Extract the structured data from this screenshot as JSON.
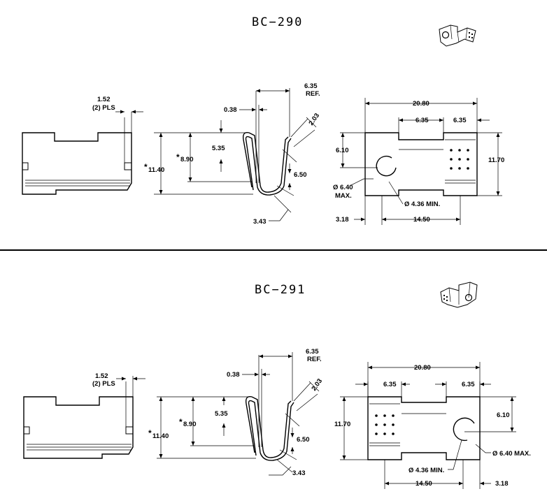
{
  "sections": [
    {
      "title": "BC−290",
      "end_view": {
        "tab_width": "1.52",
        "tab_qty": "(2) PLS"
      },
      "side_view": {
        "wire": "0.38",
        "ref_dim": "6.35",
        "ref_note": "REF.",
        "angle": "2.03",
        "inner_height": "5.35",
        "mid_height": "8.90",
        "total_height": "11.40",
        "lower_height": "6.50",
        "bottom": "3.43"
      },
      "front_view": {
        "overall_width": "20.80",
        "seg_a": "6.35",
        "seg_b": "6.35",
        "hole_height": "6.10",
        "total_height": "11.70",
        "outer_dia": "Ø 6.40",
        "outer_dia_note": "MAX.",
        "inner_dia": "Ø 4.36 MIN.",
        "left_offset": "3.18",
        "span": "14.50"
      }
    },
    {
      "title": "BC−291",
      "end_view": {
        "tab_width": "1.52",
        "tab_qty": "(2) PLS"
      },
      "side_view": {
        "wire": "0.38",
        "ref_dim": "6.35",
        "ref_note": "REF.",
        "angle": "2.03",
        "inner_height": "5.35",
        "mid_height": "8.90",
        "total_height": "11.40",
        "lower_height": "6.50",
        "bottom": "3.43"
      },
      "front_view": {
        "overall_width": "20.80",
        "seg_a": "6.35",
        "seg_b": "6.35",
        "hole_height": "6.10",
        "total_height": "11.70",
        "outer_dia": "Ø 6.40  MAX.",
        "inner_dia": "Ø 4.36  MIN.",
        "right_offset": "3.18",
        "span": "14.50"
      }
    }
  ]
}
